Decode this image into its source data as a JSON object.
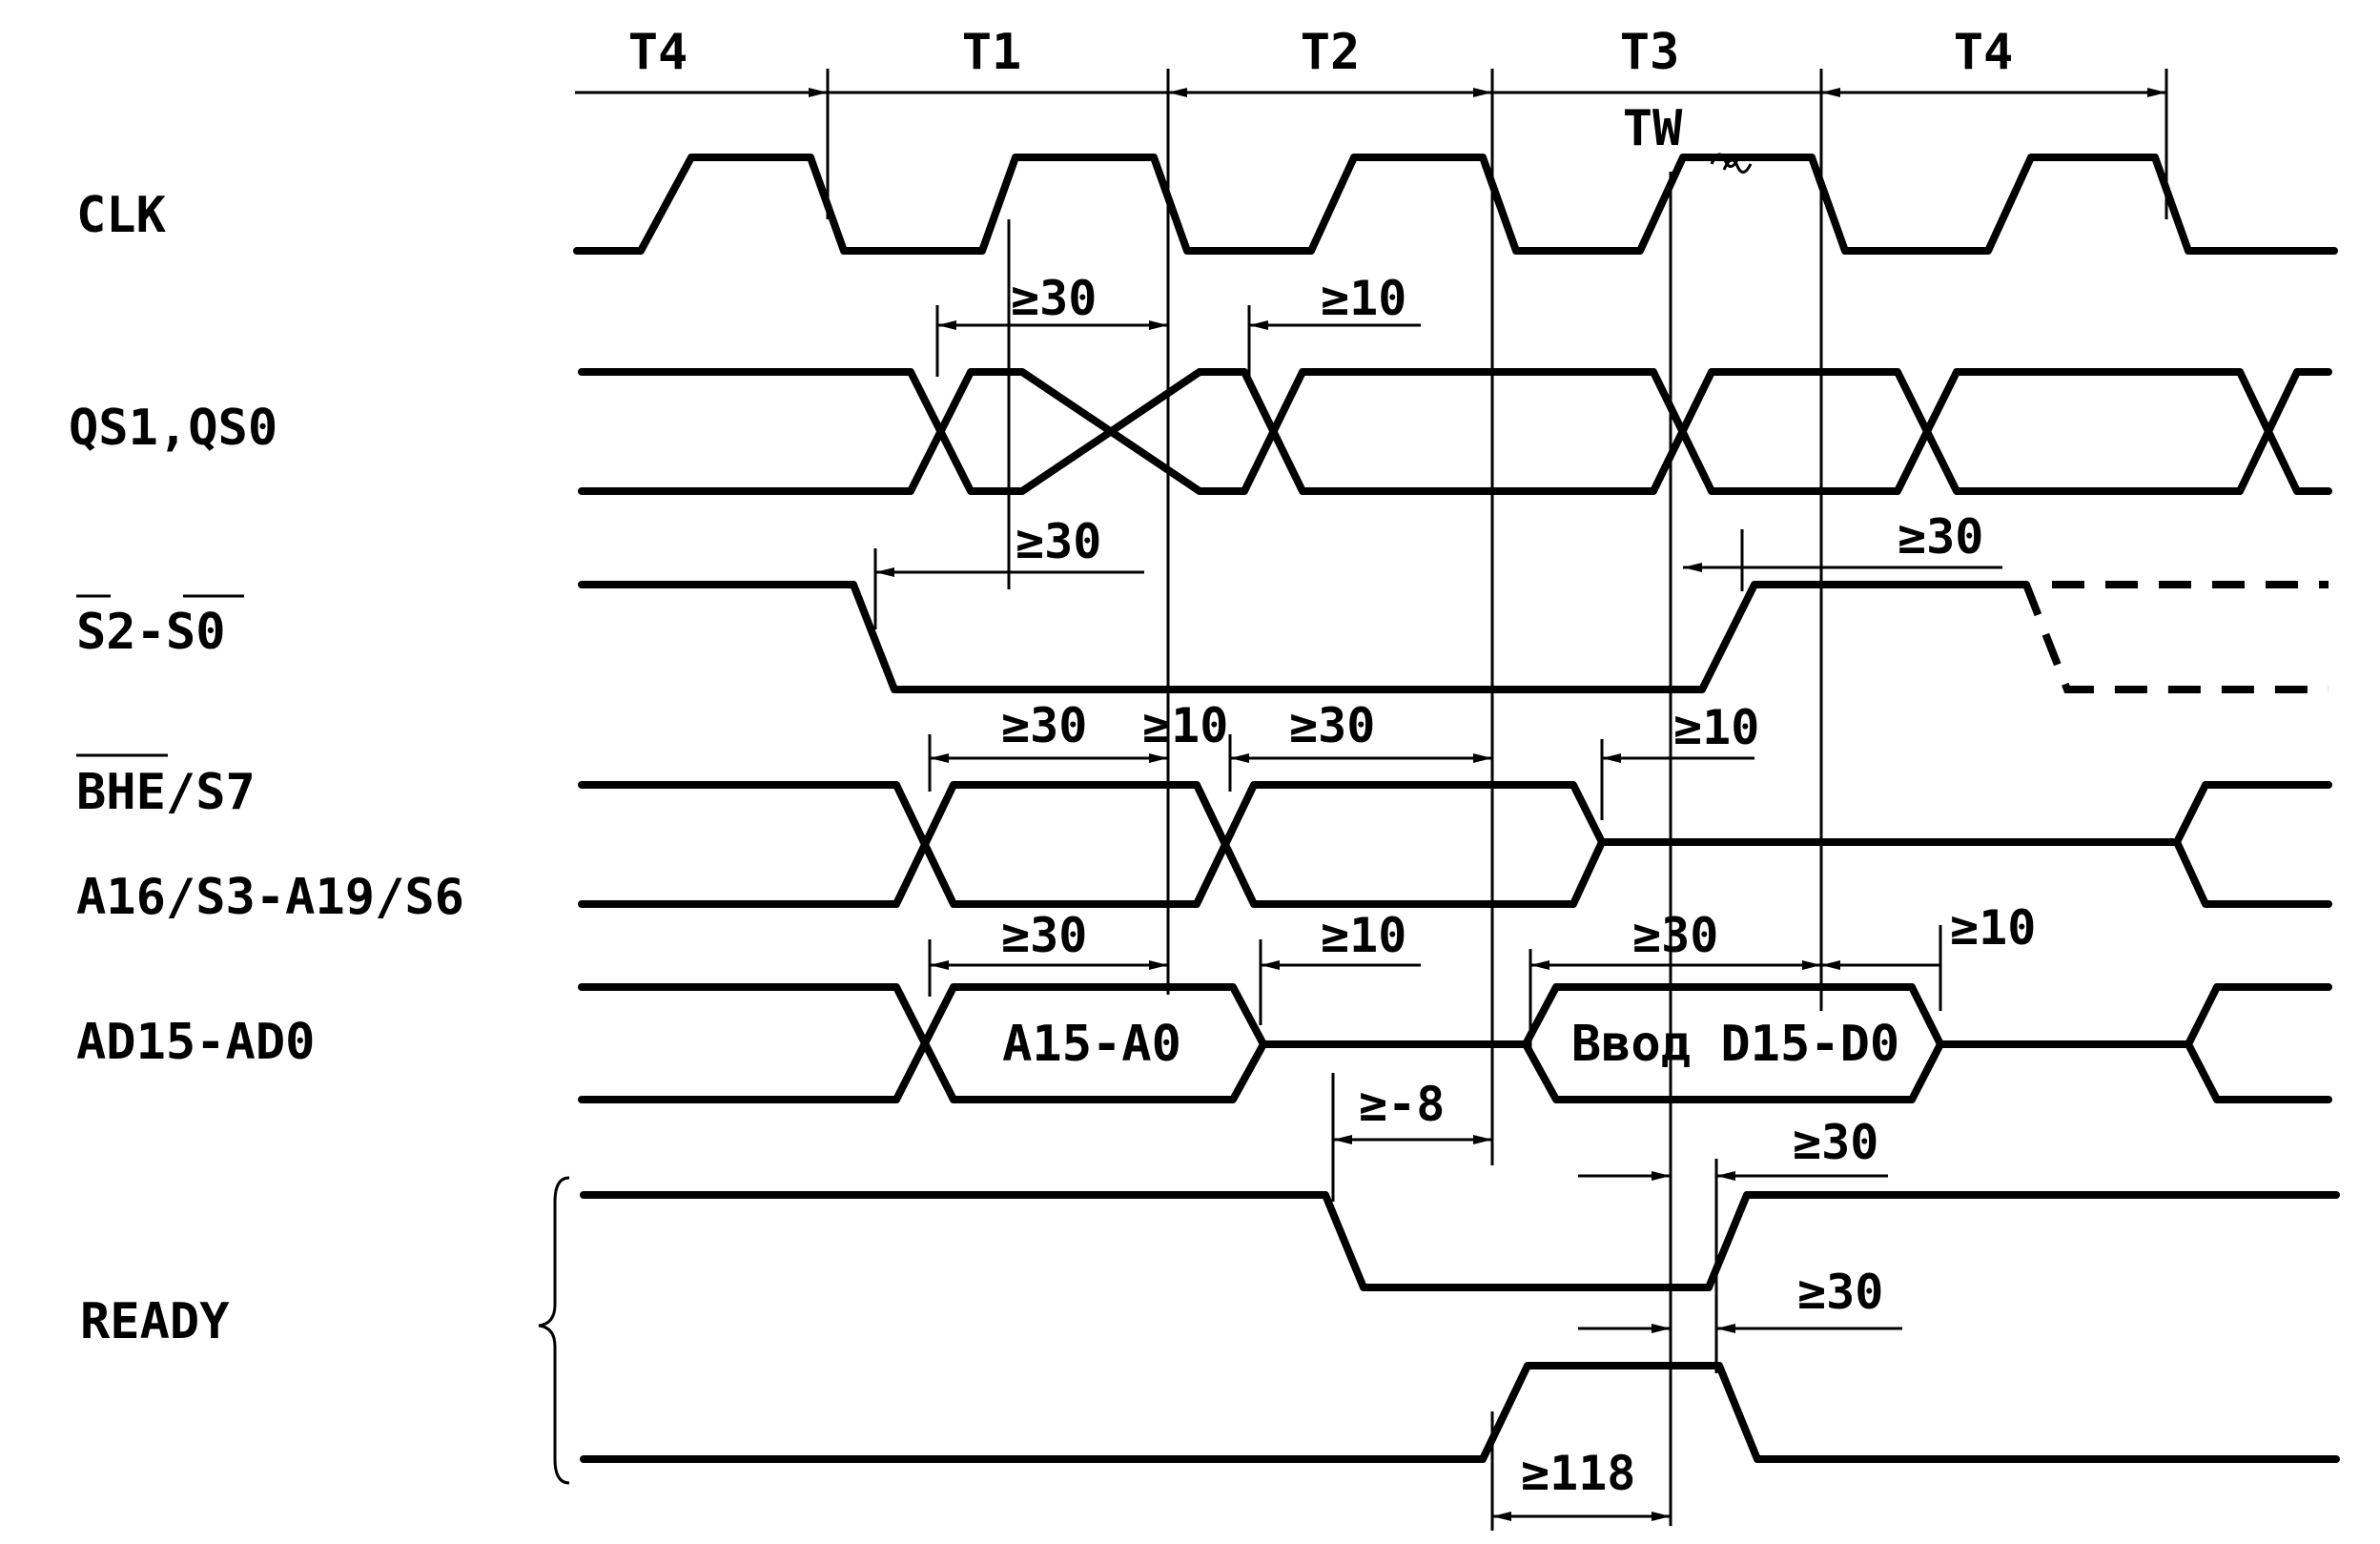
{
  "periods": [
    {
      "id": "t4a",
      "label": "T4"
    },
    {
      "id": "t1",
      "label": "T1"
    },
    {
      "id": "t2",
      "label": "T2"
    },
    {
      "id": "t3",
      "label": "T3"
    },
    {
      "id": "t4b",
      "label": "T4"
    }
  ],
  "tw_label": "TW",
  "signals": {
    "clk": "CLK",
    "qs": "QS1,QS0",
    "s2s0": "S2-S0",
    "bhe": "BHE/S7",
    "a16": "A16/S3-A19/S6",
    "ad": "AD15-AD0",
    "ready": "READY"
  },
  "bus_values": {
    "address": "A15-A0",
    "data": "Ввод D15-D0"
  },
  "timings": {
    "qs_setup": "≥30",
    "qs_hold": "≥10",
    "s_setup": "≥30",
    "s_release": "≥30",
    "bhe_setup1": "≥30",
    "bhe_hold1": "≥10",
    "bhe_setup2": "≥30",
    "bhe_hold2": "≥10",
    "ad_setup": "≥30",
    "ad_float": "≥10",
    "ad_data_setup": "≥30",
    "ad_data_hold": "≥10",
    "ready_lead": "≥-8",
    "ready_hold1": "≥30",
    "ready_hold2": "≥30",
    "ready_pulse": "≥118"
  }
}
